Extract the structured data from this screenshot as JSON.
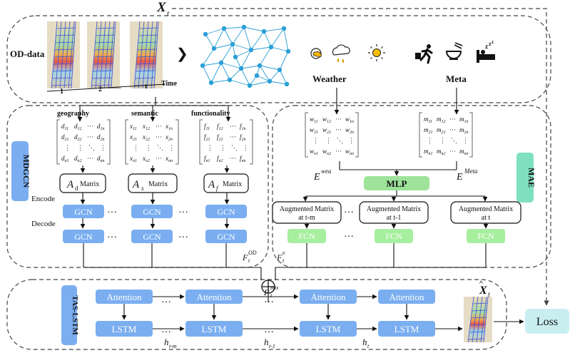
{
  "xt_label": "X",
  "xt_sub": "t",
  "xhat_label": "X",
  "xhat_sub": "t",
  "od": {
    "label": "OD-data",
    "time_label": "Time",
    "frame_labels": [
      "1",
      "2",
      "t"
    ],
    "frame_dots": ".......",
    "chevron": "❯"
  },
  "weather_label": "Weather",
  "meta_label": "Meta",
  "mdgcn": {
    "label": "MDGCN",
    "titles": [
      "geography",
      "semantic",
      "functionality"
    ],
    "matrix_letters": [
      "d",
      "x",
      "f"
    ],
    "a_labels": [
      "A",
      "A",
      "A"
    ],
    "a_subs": [
      "d",
      "s",
      "f"
    ],
    "a_suffix": "Matrix",
    "encode": "Encode",
    "decode": "Decode",
    "gcn": "GCN",
    "dots": "···",
    "output": "F",
    "output_sup": "OD",
    "output_sub": "t"
  },
  "mae": {
    "label": "MAE",
    "matrix_letters": [
      "w",
      "m"
    ],
    "e_wea": "E",
    "e_wea_sup": "wea",
    "e_meta": "E",
    "e_meta_sup": "Meta",
    "mlp": "MLP",
    "aug_title": "Augmented Matrix",
    "aug_times": [
      "at t-m",
      "at t-1",
      "at t"
    ],
    "fcn": "FCN",
    "dots": "···",
    "output": "F",
    "output_sup": "e",
    "output_sub": "t"
  },
  "fusion": {
    "symbol": "⊕",
    "output": "F",
    "output_sup": "mix",
    "output_sub": "t"
  },
  "tas": {
    "label": "TAS-LSTM",
    "attention": "Attention",
    "lstm": "LSTM",
    "dots": "···",
    "h_labels": [
      "h",
      "h",
      "h"
    ],
    "h_subs": [
      "t-m",
      "t-1",
      "t"
    ]
  },
  "loss": "Loss",
  "matrix_entries": {
    "r1": [
      "11",
      "12",
      "1n"
    ],
    "r2": [
      "21",
      "22",
      "2n"
    ],
    "r3": [
      "n1",
      "n2",
      "nn"
    ]
  },
  "colors": {
    "gcn_blue": "#7aaef0",
    "mlp_green": "#9ee39a",
    "fcn_green": "#a7ee9e",
    "mae_label": "#7fe0c0",
    "loss": "#c8eef0",
    "grid_blue": "#3b4fd8",
    "network_blue": "#2a9fd6",
    "dashed": "#555555"
  },
  "icons": [
    "sun-cloud-icon",
    "rain-cloud-icon",
    "sun-icon",
    "running-person-icon",
    "food-bowl-icon",
    "sleeping-bed-icon"
  ]
}
